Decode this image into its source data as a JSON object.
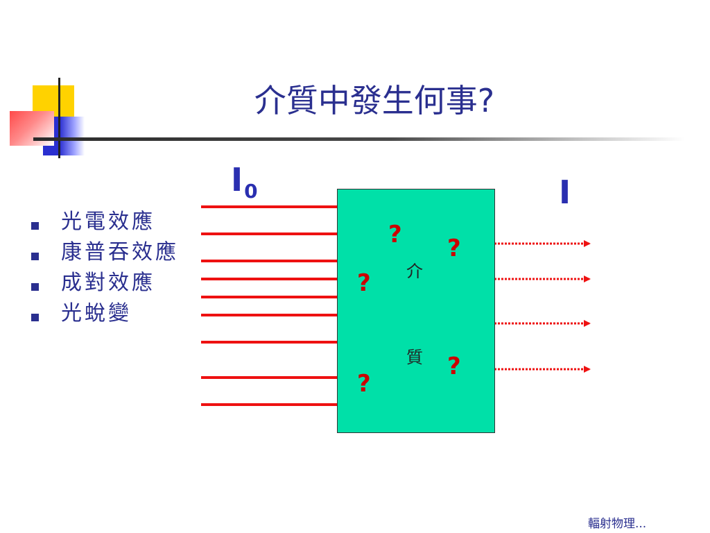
{
  "slide": {
    "title": "介質中發生何事?",
    "footer": "輻射物理..."
  },
  "bullets": [
    {
      "text": "光電效應"
    },
    {
      "text": "康普吞效應"
    },
    {
      "text": "成對效應"
    },
    {
      "text": "光蛻變"
    }
  ],
  "diagram": {
    "incident_label": "I",
    "incident_subscript": "0",
    "transmitted_label": "I",
    "medium_text_1": "介",
    "medium_text_2": "質",
    "question_marks": [
      "?",
      "?",
      "?",
      "?",
      "?"
    ],
    "colors": {
      "medium": "#00e0a8",
      "rays": "#ee1111",
      "labels": "#2a2fb0",
      "question": "#cc0000"
    }
  }
}
